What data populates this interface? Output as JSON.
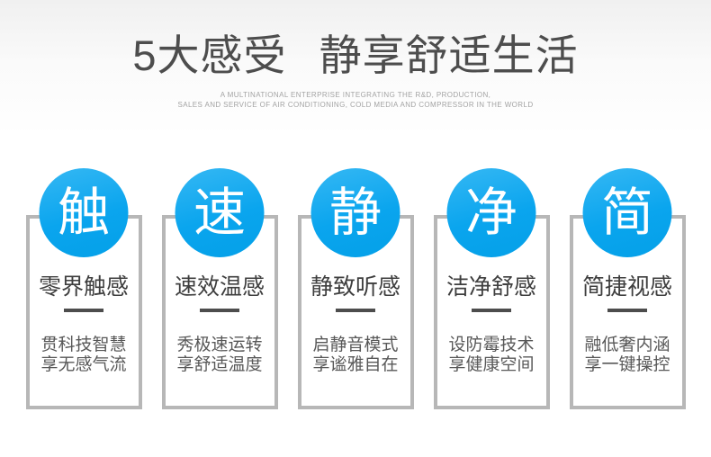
{
  "header": {
    "title": "5大感受 静享舒适生活",
    "subtitle_line1": "A MULTINATIONAL ENTERPRISE INTEGRATING THE R&D, PRODUCTION,",
    "subtitle_line2": "SALES AND SERVICE OF AIR CONDITIONING, COLD MEDIA AND COMPRESSOR IN THE WORLD"
  },
  "colors": {
    "accent": "#0aa5ee",
    "accent_light": "#2fb5f3",
    "accent_dark": "#04a0e8",
    "card_border": "#b7b7b7",
    "divider": "#4d4d4d",
    "title_text": "#4d4d4d",
    "card_title_text": "#3e3e3e",
    "desc_text": "#585858"
  },
  "cards": [
    {
      "badge": "触",
      "title": "零界触感",
      "desc_line1": "贯科技智慧",
      "desc_line2": "享无感气流"
    },
    {
      "badge": "速",
      "title": "速效温感",
      "desc_line1": "秀极速运转",
      "desc_line2": "享舒适温度"
    },
    {
      "badge": "静",
      "title": "静致听感",
      "desc_line1": "启静音模式",
      "desc_line2": "享谧雅自在"
    },
    {
      "badge": "净",
      "title": "洁净舒感",
      "desc_line1": "设防霉技术",
      "desc_line2": "享健康空间"
    },
    {
      "badge": "简",
      "title": "简捷视感",
      "desc_line1": "融低奢内涵",
      "desc_line2": "享一键操控"
    }
  ]
}
